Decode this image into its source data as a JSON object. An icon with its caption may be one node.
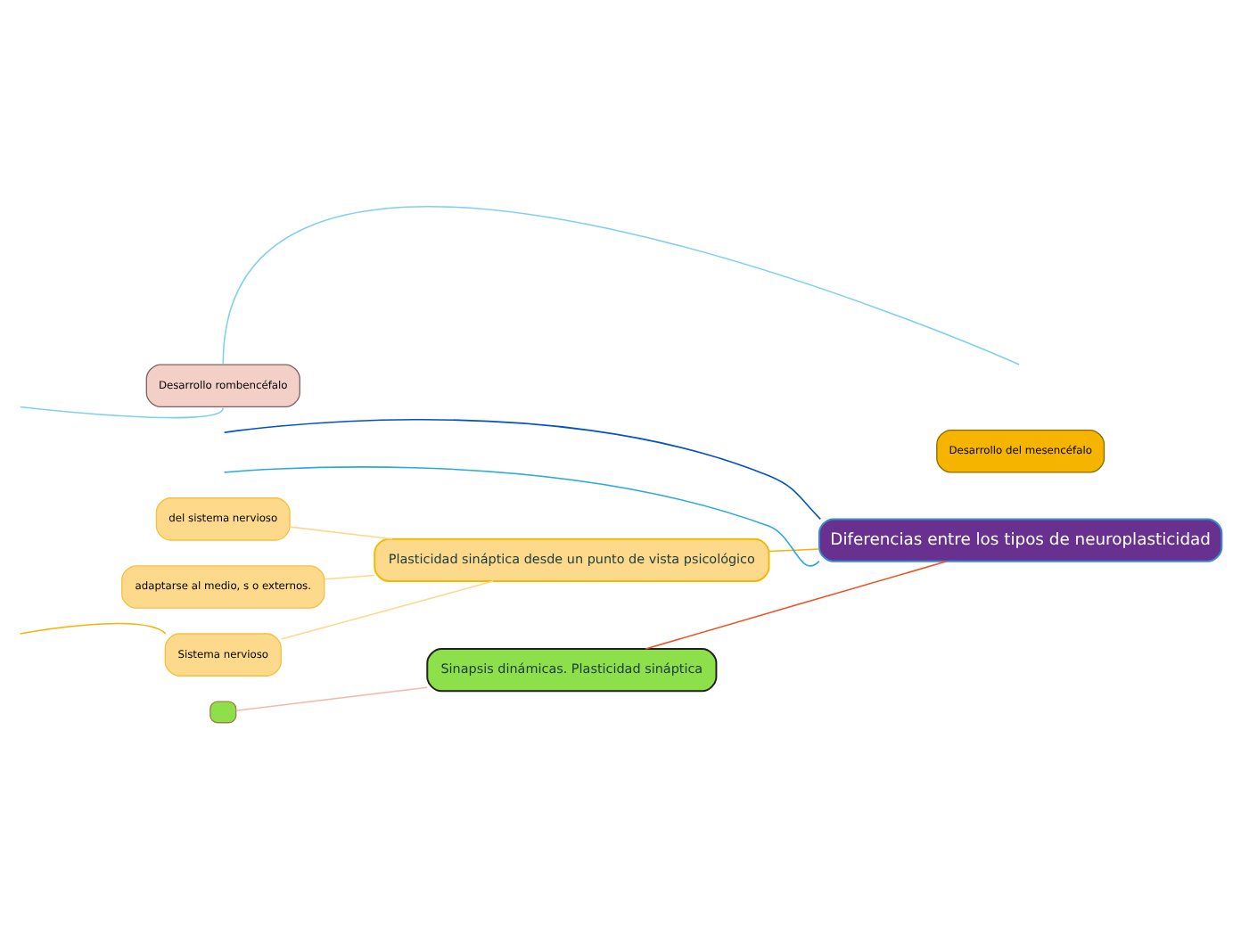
{
  "diagram": {
    "nodes": [
      {
        "text": [
          "Diferencias entre los tipos de neuroplasticidad"
        ]
      },
      {
        "text": [
          "Desarrollo del mesencéfalo"
        ]
      },
      {
        "text": [
          "Desarrollo rombencéfalo"
        ]
      },
      {
        "text": [
          "adaptarse al medio, s o externos."
        ]
      },
      {
        "text": [
          "Sistema nervioso"
        ]
      },
      {
        "text": [
          "del sistema nervioso"
        ]
      },
      {
        "text": [
          "Plasticidad sináptica desde un punto de vista psicológico"
        ]
      },
      {
        "text": [
          "Sinapsis dinámicas. Plasticidad sináptica"
        ]
      },
      {
        "text": [],
        "shape": "box"
      }
    ],
    "edges": [
      {
        "from": 0,
        "to": null,
        "arrow": "none",
        "color": "#0050c8"
      },
      {
        "from": 0,
        "to": null,
        "arrow": "none",
        "color": "#29a9e0"
      },
      {
        "from": 0,
        "to": 6,
        "arrow": "none",
        "color": "#f5b400"
      },
      {
        "from": 0,
        "to": 7,
        "arrow": "none",
        "color": "#f05020"
      },
      {
        "from": 7,
        "to": 8,
        "arrow": "none",
        "color": "#f5b8a8"
      },
      {
        "from": null,
        "to": 2,
        "arrow": "none",
        "color": "#7fd0f0"
      },
      {
        "from": 2,
        "to": null,
        "arrow": "none",
        "color": "#7fd0f0"
      },
      {
        "from": 6,
        "to": 3,
        "arrow": "none",
        "color": "#fdd98b"
      },
      {
        "from": 6,
        "to": 4,
        "arrow": "none",
        "color": "#fdd98b"
      },
      {
        "from": 6,
        "to": 5,
        "arrow": "none",
        "color": "#fdd98b"
      },
      {
        "from": 4,
        "to": null,
        "arrow": "none",
        "color": "#f5b400"
      }
    ]
  }
}
